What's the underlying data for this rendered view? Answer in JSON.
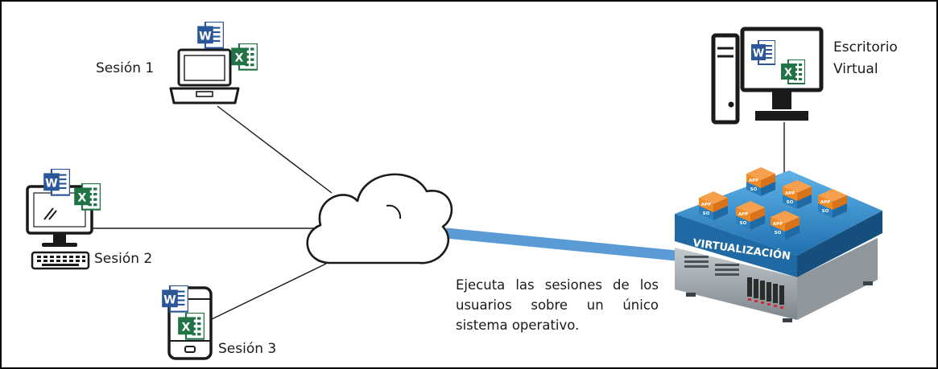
{
  "sessions": {
    "s1": "Sesión 1",
    "s2": "Sesión 2",
    "s3": "Sesión 3"
  },
  "virtual_desktop": {
    "line1": "Escritorio",
    "line2": "Virtual"
  },
  "server": {
    "label": "VIRTUALIZACIÓN",
    "vm_app": "APP",
    "vm_os": "SO"
  },
  "description": "Ejecuta las sesiones de los usuarios sobre un único sistema operativo.",
  "apps": {
    "word_letter": "W",
    "excel_letter": "X"
  },
  "colors": {
    "link_line": "#1a1a1a",
    "wide_link": "#5b9bd5",
    "server_top": "#2e86c1",
    "server_body": "#9aa3a8",
    "vm_orange": "#f08a24",
    "vm_blue": "#2a7fc0",
    "word_blue": "#2b579a",
    "excel_green": "#217346"
  }
}
